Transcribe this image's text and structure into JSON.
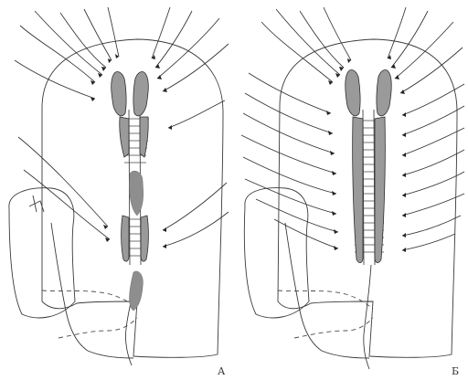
{
  "figure": {
    "panels": [
      {
        "id": "a",
        "label": "А"
      },
      {
        "id": "b",
        "label": "Б"
      }
    ]
  }
}
